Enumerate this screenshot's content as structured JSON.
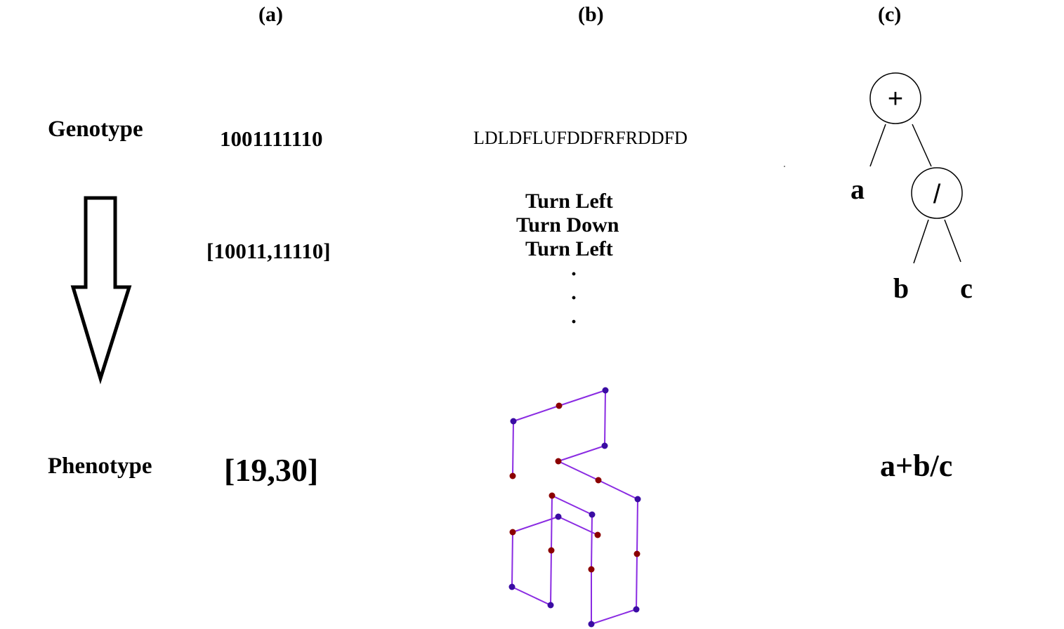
{
  "panels": {
    "a": {
      "header": "(a)",
      "genotype": "1001111110",
      "intermediate": "[10011,11110]",
      "phenotype": "[19,30]"
    },
    "b": {
      "header": "(b)",
      "genotype": "LDLDFLUFDDFRFRDDFD",
      "moves": [
        "Turn Left",
        "Turn Down",
        "Turn Left"
      ],
      "ellipsis": [
        "·",
        "·",
        "·"
      ]
    },
    "c": {
      "header": "(c)",
      "tree": {
        "root": "+",
        "left_leaf": "a",
        "inner": "/",
        "inner_left": "b",
        "inner_right": "c"
      },
      "phenotype": "a+b/c"
    }
  },
  "rows": {
    "genotype_label": "Genotype",
    "phenotype_label": "Phenotype"
  },
  "colors": {
    "chain": "#8a2be2",
    "hydrophobic": "#3a0ca3",
    "polar": "#8b0000"
  }
}
